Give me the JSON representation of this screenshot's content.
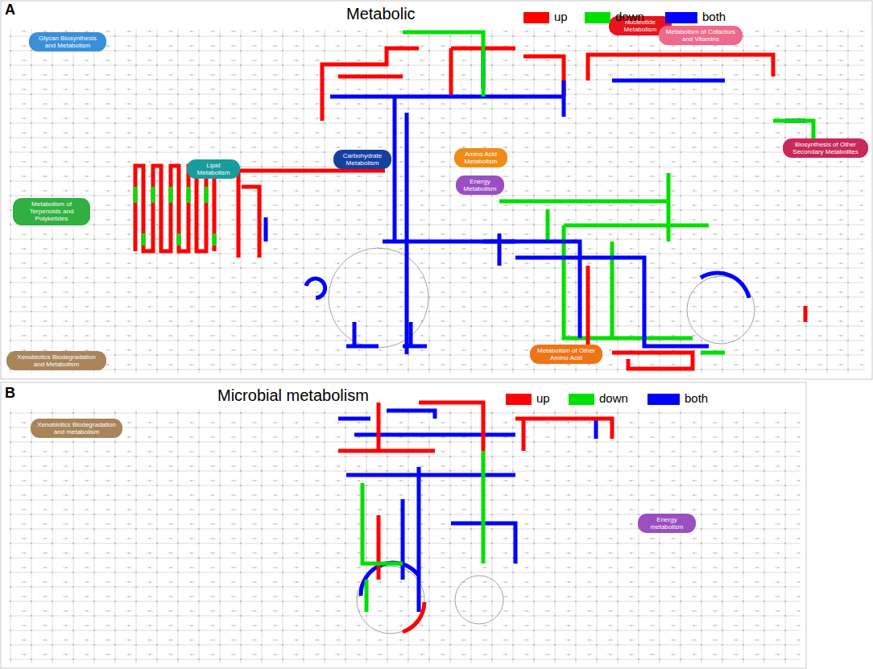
{
  "diagram": {
    "nodes": [
      {
        "text": [
          "Glycan Biosynthesis and Metabolism"
        ]
      },
      {
        "text": [
          "Nucleotide Metabolism"
        ]
      },
      {
        "text": [
          "Metabolism of Cofactors and Vitamins"
        ]
      },
      {
        "text": [
          "Lipid Metabolism"
        ]
      },
      {
        "text": [
          "Metabolism of Terpenoids and Polyketides"
        ]
      },
      {
        "text": [
          "Carbohydrate Metabolism"
        ]
      },
      {
        "text": [
          "Amino Acid Metabolism"
        ]
      },
      {
        "text": [
          "Energy Metabolism"
        ]
      },
      {
        "text": [
          "Biosynthesis of Other Secondary Metabolites"
        ]
      },
      {
        "text": [
          "Xenobiotics Biodegradation and Metabolism"
        ]
      },
      {
        "text": [
          "Metabolism of Other Amino Acid"
        ]
      },
      {
        "text": [
          "Xenobiotics Biodegradation and metabolism"
        ]
      },
      {
        "text": [
          "Energy metabolism"
        ]
      }
    ],
    "edges": [],
    "labels": [
      "A",
      "Metabolic",
      "B",
      "Microbial metabolism"
    ],
    "legend": [
      {
        "text": "up",
        "color": "#ff0000"
      },
      {
        "text": "down",
        "color": "#00e000"
      },
      {
        "text": "both",
        "color": "#0000ff"
      },
      {
        "text": "up",
        "color": "#ff0000"
      },
      {
        "text": "down",
        "color": "#00e000"
      },
      {
        "text": "both",
        "color": "#0000ff"
      }
    ]
  }
}
